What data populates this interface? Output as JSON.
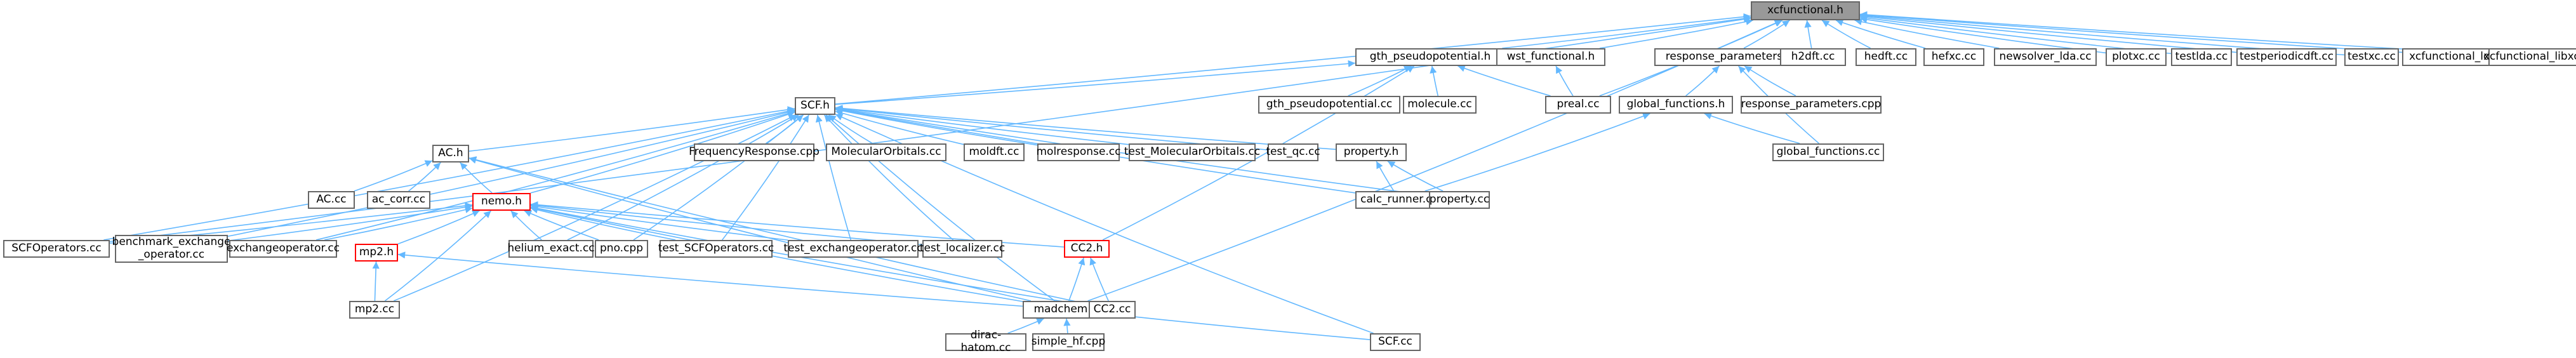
{
  "graph": {
    "edge_color": "#63b8ff",
    "node_border": "#666666",
    "root_fill": "#999999",
    "highlight_border": "#ff0000",
    "nodes": [
      {
        "id": "xcfunctional_h",
        "label": "xcfunctional.h",
        "style": "root"
      },
      {
        "id": "scfoperators_cc",
        "label": "SCFOperators.cc"
      },
      {
        "id": "scf_h",
        "label": "SCF.h"
      },
      {
        "id": "gth_pseudopotential_h",
        "label": "gth_pseudopotential.h"
      },
      {
        "id": "wst_functional_h",
        "label": "wst_functional.h"
      },
      {
        "id": "preal_cc",
        "label": "preal.cc"
      },
      {
        "id": "madchem_h",
        "label": "madchem.h"
      },
      {
        "id": "response_parameters_h",
        "label": "response_parameters.h"
      },
      {
        "id": "h2dft_cc",
        "label": "h2dft.cc"
      },
      {
        "id": "hedft_cc",
        "label": "hedft.cc"
      },
      {
        "id": "hefxc_cc",
        "label": "hefxc.cc"
      },
      {
        "id": "newsolver_lda_cc",
        "label": "newsolver_lda.cc"
      },
      {
        "id": "plotxc_cc",
        "label": "plotxc.cc"
      },
      {
        "id": "testlda_cc",
        "label": "testlda.cc"
      },
      {
        "id": "testperiodicdft_cc",
        "label": "testperiodicdft.cc"
      },
      {
        "id": "testxc_cc",
        "label": "testxc.cc"
      },
      {
        "id": "xcf_ldaonly_cc",
        "label": "xcfunctional_ldaonly.cc"
      },
      {
        "id": "xcf_libxc_cc",
        "label": "xcfunctional_libxc.cc"
      },
      {
        "id": "gth_pseudopotential_cc",
        "label": "gth_pseudopotential.cc"
      },
      {
        "id": "molecule_cc",
        "label": "molecule.cc"
      },
      {
        "id": "cc2_h",
        "label": "CC2.h",
        "style": "red"
      },
      {
        "id": "global_functions_h",
        "label": "global_functions.h"
      },
      {
        "id": "response_parameters_cpp",
        "label": "response_parameters.cpp"
      },
      {
        "id": "global_functions_cc",
        "label": "global_functions.cc"
      },
      {
        "id": "ac_h",
        "label": "AC.h"
      },
      {
        "id": "nemo_h",
        "label": "nemo.h",
        "style": "red"
      },
      {
        "id": "frequencyresponse_cpp",
        "label": "FrequencyResponse.cpp"
      },
      {
        "id": "molecularorbitals_cc",
        "label": "MolecularOrbitals.cc"
      },
      {
        "id": "moldft_cc",
        "label": "moldft.cc"
      },
      {
        "id": "molresponse_cc",
        "label": "molresponse.cc"
      },
      {
        "id": "test_molecularorbitals_cc",
        "label": "test_MolecularOrbitals.cc"
      },
      {
        "id": "test_qc_cc",
        "label": "test_qc.cc"
      },
      {
        "id": "property_h",
        "label": "property.h"
      },
      {
        "id": "calc_runner_cc",
        "label": "calc_runner.cc"
      },
      {
        "id": "property_cc",
        "label": "property.cc"
      },
      {
        "id": "ac_cc",
        "label": "AC.cc"
      },
      {
        "id": "ac_corr_cc",
        "label": "ac_corr.cc"
      },
      {
        "id": "benchmark_exchange_operator_cc",
        "label": "benchmark_exchange\n_operator.cc"
      },
      {
        "id": "exchangeoperator_cc",
        "label": "exchangeoperator.cc"
      },
      {
        "id": "mp2_h",
        "label": "mp2.h",
        "style": "red"
      },
      {
        "id": "helium_exact_cc",
        "label": "helium_exact.cc"
      },
      {
        "id": "pno_cpp",
        "label": "pno.cpp"
      },
      {
        "id": "test_scfoperators_cc",
        "label": "test_SCFOperators.cc"
      },
      {
        "id": "test_exchangeoperator_cc",
        "label": "test_exchangeoperator.cc"
      },
      {
        "id": "test_localizer_cc",
        "label": "test_localizer.cc"
      },
      {
        "id": "mp2_cc",
        "label": "mp2.cc"
      },
      {
        "id": "cc2_cc",
        "label": "CC2.cc"
      },
      {
        "id": "scf_cc",
        "label": "SCF.cc"
      },
      {
        "id": "dirac_hatom_cc",
        "label": "dirac-hatom.cc"
      },
      {
        "id": "simple_hf_cpp",
        "label": "simple_hf.cpp"
      }
    ],
    "edges": [
      [
        "xcfunctional_h",
        "scfoperators_cc"
      ],
      [
        "xcfunctional_h",
        "scf_h"
      ],
      [
        "xcfunctional_h",
        "gth_pseudopotential_h"
      ],
      [
        "xcfunctional_h",
        "wst_functional_h"
      ],
      [
        "xcfunctional_h",
        "preal_cc"
      ],
      [
        "xcfunctional_h",
        "madchem_h"
      ],
      [
        "xcfunctional_h",
        "response_parameters_h"
      ],
      [
        "xcfunctional_h",
        "h2dft_cc"
      ],
      [
        "xcfunctional_h",
        "hedft_cc"
      ],
      [
        "xcfunctional_h",
        "hefxc_cc"
      ],
      [
        "xcfunctional_h",
        "newsolver_lda_cc"
      ],
      [
        "xcfunctional_h",
        "plotxc_cc"
      ],
      [
        "xcfunctional_h",
        "testlda_cc"
      ],
      [
        "xcfunctional_h",
        "testperiodicdft_cc"
      ],
      [
        "xcfunctional_h",
        "testxc_cc"
      ],
      [
        "xcfunctional_h",
        "xcf_ldaonly_cc"
      ],
      [
        "xcfunctional_h",
        "xcf_libxc_cc"
      ],
      [
        "gth_pseudopotential_h",
        "scf_h"
      ],
      [
        "gth_pseudopotential_h",
        "gth_pseudopotential_cc"
      ],
      [
        "gth_pseudopotential_h",
        "molecule_cc"
      ],
      [
        "gth_pseudopotential_h",
        "preal_cc"
      ],
      [
        "gth_pseudopotential_h",
        "cc2_h"
      ],
      [
        "wst_functional_h",
        "preal_cc"
      ],
      [
        "response_parameters_h",
        "global_functions_h"
      ],
      [
        "response_parameters_h",
        "response_parameters_cpp"
      ],
      [
        "response_parameters_h",
        "global_functions_cc"
      ],
      [
        "global_functions_h",
        "global_functions_cc"
      ],
      [
        "global_functions_h",
        "calc_runner_cc"
      ],
      [
        "scf_h",
        "ac_h"
      ],
      [
        "scf_h",
        "nemo_h"
      ],
      [
        "scf_h",
        "frequencyresponse_cpp"
      ],
      [
        "scf_h",
        "molecularorbitals_cc"
      ],
      [
        "scf_h",
        "moldft_cc"
      ],
      [
        "scf_h",
        "molresponse_cc"
      ],
      [
        "scf_h",
        "test_molecularorbitals_cc"
      ],
      [
        "scf_h",
        "test_qc_cc"
      ],
      [
        "scf_h",
        "property_h"
      ],
      [
        "scf_h",
        "calc_runner_cc"
      ],
      [
        "scf_h",
        "property_cc"
      ],
      [
        "scf_h",
        "scfoperators_cc"
      ],
      [
        "scf_h",
        "benchmark_exchange_operator_cc"
      ],
      [
        "scf_h",
        "exchangeoperator_cc"
      ],
      [
        "scf_h",
        "helium_exact_cc"
      ],
      [
        "scf_h",
        "pno_cpp"
      ],
      [
        "scf_h",
        "test_scfoperators_cc"
      ],
      [
        "scf_h",
        "test_exchangeoperator_cc"
      ],
      [
        "scf_h",
        "test_localizer_cc"
      ],
      [
        "scf_h",
        "mp2_cc"
      ],
      [
        "scf_h",
        "madchem_h"
      ],
      [
        "scf_h",
        "scf_cc"
      ],
      [
        "property_h",
        "calc_runner_cc"
      ],
      [
        "property_h",
        "property_cc"
      ],
      [
        "ac_h",
        "ac_cc"
      ],
      [
        "ac_h",
        "ac_corr_cc"
      ],
      [
        "ac_h",
        "nemo_h"
      ],
      [
        "ac_h",
        "madchem_h"
      ],
      [
        "ac_h",
        "cc2_cc"
      ],
      [
        "nemo_h",
        "scfoperators_cc"
      ],
      [
        "nemo_h",
        "benchmark_exchange_operator_cc"
      ],
      [
        "nemo_h",
        "exchangeoperator_cc"
      ],
      [
        "nemo_h",
        "mp2_h"
      ],
      [
        "nemo_h",
        "helium_exact_cc"
      ],
      [
        "nemo_h",
        "pno_cpp"
      ],
      [
        "nemo_h",
        "test_scfoperators_cc"
      ],
      [
        "nemo_h",
        "test_exchangeoperator_cc"
      ],
      [
        "nemo_h",
        "test_localizer_cc"
      ],
      [
        "nemo_h",
        "cc2_h"
      ],
      [
        "nemo_h",
        "mp2_cc"
      ],
      [
        "nemo_h",
        "madchem_h"
      ],
      [
        "nemo_h",
        "cc2_cc"
      ],
      [
        "mp2_h",
        "mp2_cc"
      ],
      [
        "mp2_h",
        "madchem_h"
      ],
      [
        "cc2_h",
        "cc2_cc"
      ],
      [
        "cc2_h",
        "madchem_h"
      ],
      [
        "madchem_h",
        "dirac_hatom_cc"
      ],
      [
        "madchem_h",
        "simple_hf_cpp"
      ],
      [
        "madchem_h",
        "scf_cc"
      ]
    ]
  }
}
